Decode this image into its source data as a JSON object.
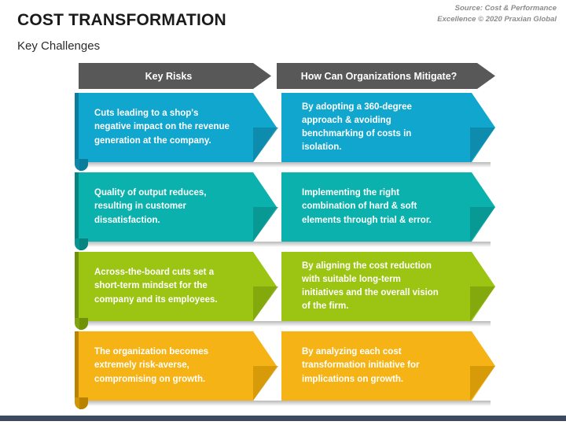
{
  "header": {
    "title": "COST TRANSFORMATION",
    "subtitle": "Key Challenges",
    "source": "Source: Cost & Performance\nExcellence © 2020 Praxian Global"
  },
  "columns": {
    "left_header": "Key Risks",
    "right_header": "How Can Organizations Mitigate?"
  },
  "colors": {
    "header_bar": "#585858",
    "footer_bar": "#3c495e",
    "row1": "#11a6ce",
    "row1_dark": "#0e87a8",
    "row1_edge": "#0a7c9c",
    "row2": "#0bb2ad",
    "row2_dark": "#089490",
    "row2_edge": "#07847f",
    "row3": "#9bc413",
    "row3_dark": "#7fa40d",
    "row3_edge": "#70920b",
    "row4": "#f5b316",
    "row4_dark": "#d19608",
    "row4_edge": "#b98300"
  },
  "rows": [
    {
      "risk": "Cuts leading to a shop's negative impact on the revenue generation at the company.",
      "mitigation": "By adopting a 360-degree approach & avoiding benchmarking of costs in isolation."
    },
    {
      "risk": "Quality of output reduces, resulting in customer dissatisfaction.",
      "mitigation": "Implementing the right combination of hard & soft elements through trial & error."
    },
    {
      "risk": "Across-the-board cuts set a short-term mindset for the company and its employees.",
      "mitigation": "By aligning the cost reduction with suitable long-term initiatives and the overall vision of the firm."
    },
    {
      "risk": "The organization becomes extremely risk-averse, compromising on growth.",
      "mitigation": "By analyzing each cost transformation initiative for implications on growth."
    }
  ]
}
